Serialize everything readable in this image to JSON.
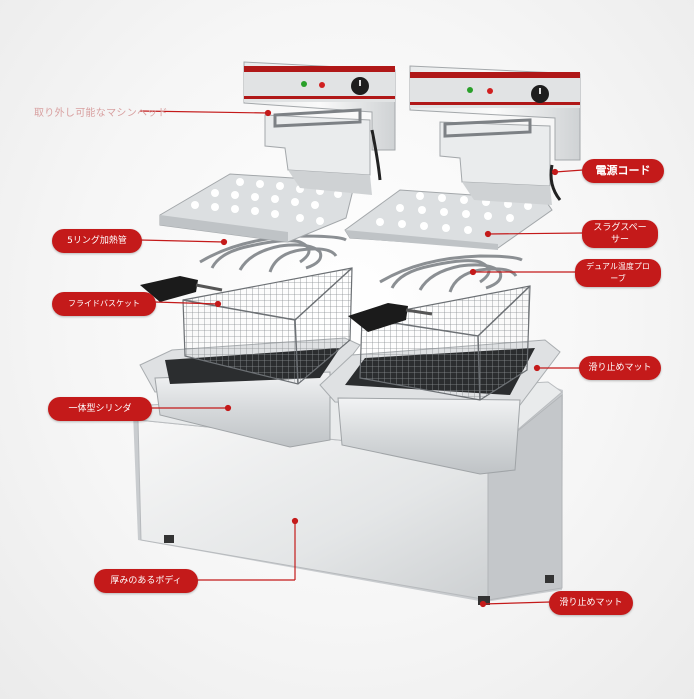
{
  "labels": {
    "machine_head": "取り外し可能なマシンヘッド",
    "heating_tube": "5リング加熱管",
    "fry_basket": "フライドバスケット",
    "cylinder": "一体型シリンダ",
    "body": "厚みのあるボディ",
    "power_cord": "電源コード",
    "slag_spacer": "スラグスペーサー",
    "temp_probe": "デュアル温度プローブ",
    "non_slip_mat_top": "滑り止めマット",
    "non_slip_mat_bottom": "滑り止めマット"
  },
  "colors": {
    "accent": "#c41a1a",
    "steel": "#d9dcde",
    "panel_stripe": "#b01818"
  },
  "icons": [
    "knob-icon",
    "indicator-light-icon"
  ]
}
